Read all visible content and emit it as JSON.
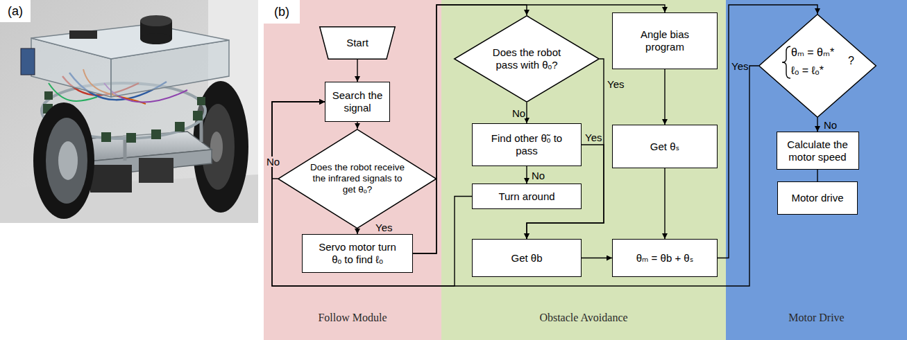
{
  "diagram": {
    "nodes": [
      {
        "text": [
          "Follow Module"
        ]
      },
      {
        "text": [
          "Start"
        ],
        "in": 0
      },
      {
        "text": [
          "Search the signal"
        ],
        "in": 0
      },
      {
        "text": [
          "Does the robot receive the infrared signals to get θₒ?"
        ],
        "in": 0
      },
      {
        "text": [
          "Servo motor turn θₒ to find ℓₒ"
        ],
        "in": 0
      },
      {
        "text": [
          "Obstacle Avoidance"
        ]
      },
      {
        "text": [
          "Does the robot pass with θₒ?"
        ],
        "in": 5
      },
      {
        "text": [
          "Find other θ̃ₒ to pass"
        ],
        "in": 5
      },
      {
        "text": [
          "Turn around"
        ],
        "in": 5
      },
      {
        "text": [
          "Get θb"
        ],
        "in": 5
      },
      {
        "text": [
          "Angle bias program"
        ],
        "in": 5
      },
      {
        "text": [
          "Get θₛ"
        ],
        "in": 5
      },
      {
        "text": [
          "θₘ = θb + θₛ"
        ],
        "in": 5
      },
      {
        "text": [
          "Motor Drive"
        ]
      },
      {
        "text": [
          "θₘ = θₘ*",
          "ℓₒ = ℓₒ*",
          "?"
        ],
        "in": 13
      },
      {
        "text": [
          "Calculate the motor speed"
        ],
        "in": 13
      },
      {
        "text": [
          "Motor drive"
        ],
        "in": 13
      }
    ],
    "edges": [
      {
        "from": 1,
        "to": 2,
        "arrow": "to"
      },
      {
        "from": 2,
        "to": 3,
        "arrow": "to"
      },
      {
        "from": 3,
        "to": 4,
        "arrow": "to",
        "label": "Yes"
      },
      {
        "from": 3,
        "to": 2,
        "arrow": "to",
        "label": "No"
      },
      {
        "from": 4,
        "to": 6,
        "arrow": "to"
      },
      {
        "from": 4,
        "to": 10,
        "arrow": "to"
      },
      {
        "from": 6,
        "to": 7,
        "arrow": "to",
        "label": "No"
      },
      {
        "from": 6,
        "to": 9,
        "arrow": "to",
        "label": "Yes"
      },
      {
        "from": 7,
        "to": 9,
        "arrow": "to",
        "label": "Yes"
      },
      {
        "from": 7,
        "to": 8,
        "arrow": "to",
        "label": "No"
      },
      {
        "from": 10,
        "to": 11,
        "arrow": "to"
      },
      {
        "from": 11,
        "to": 12,
        "arrow": "to"
      },
      {
        "from": 9,
        "to": 12,
        "arrow": "to"
      },
      {
        "from": 12,
        "to": 14,
        "arrow": "to"
      },
      {
        "from": 14,
        "to": 15,
        "arrow": "to",
        "label": "No"
      },
      {
        "from": 15,
        "to": 16,
        "arrow": "none"
      },
      {
        "from": 14,
        "to": 2,
        "arrow": "to",
        "label": "Yes"
      },
      {
        "from": 8,
        "to": 2,
        "arrow": "to"
      }
    ],
    "labels": [
      "(a)",
      "(b)"
    ]
  }
}
